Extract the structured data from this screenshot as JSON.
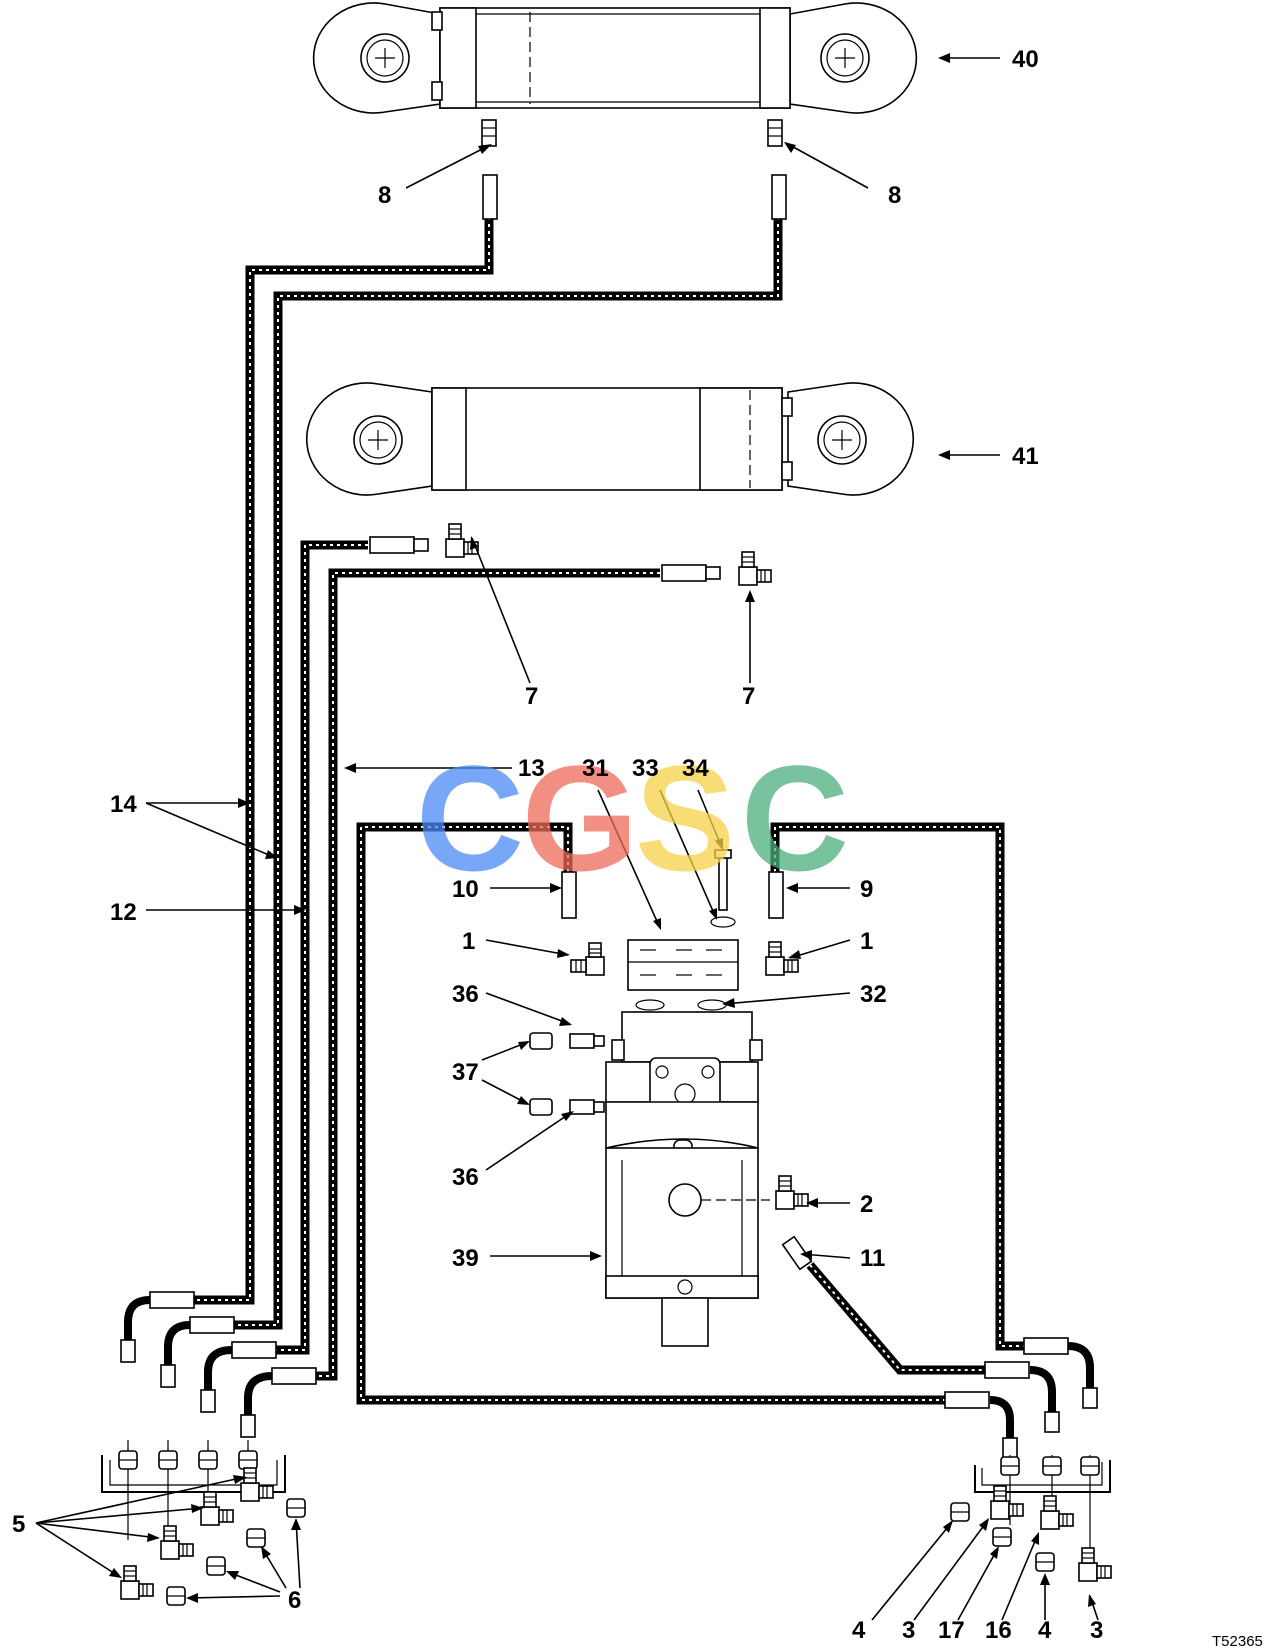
{
  "figure_id": "T52365",
  "watermark": {
    "letters": [
      "C",
      "G",
      "S",
      "C"
    ],
    "colors": [
      "#4a8af4",
      "#ee6a5a",
      "#f6d24a",
      "#4caf7d"
    ]
  },
  "callouts": {
    "c40": "40",
    "c41": "41",
    "c8a": "8",
    "c8b": "8",
    "c7a": "7",
    "c7b": "7",
    "c13": "13",
    "c31": "31",
    "c33": "33",
    "c34": "34",
    "c14": "14",
    "c12": "12",
    "c10": "10",
    "c9": "9",
    "c1a": "1",
    "c1b": "1",
    "c36a": "36",
    "c32": "32",
    "c37": "37",
    "c36b": "36",
    "c2": "2",
    "c39": "39",
    "c11": "11",
    "c5": "5",
    "c6": "6",
    "c4a": "4",
    "c3a": "3",
    "c17": "17",
    "c16": "16",
    "c4b": "4",
    "c3b": "3"
  }
}
